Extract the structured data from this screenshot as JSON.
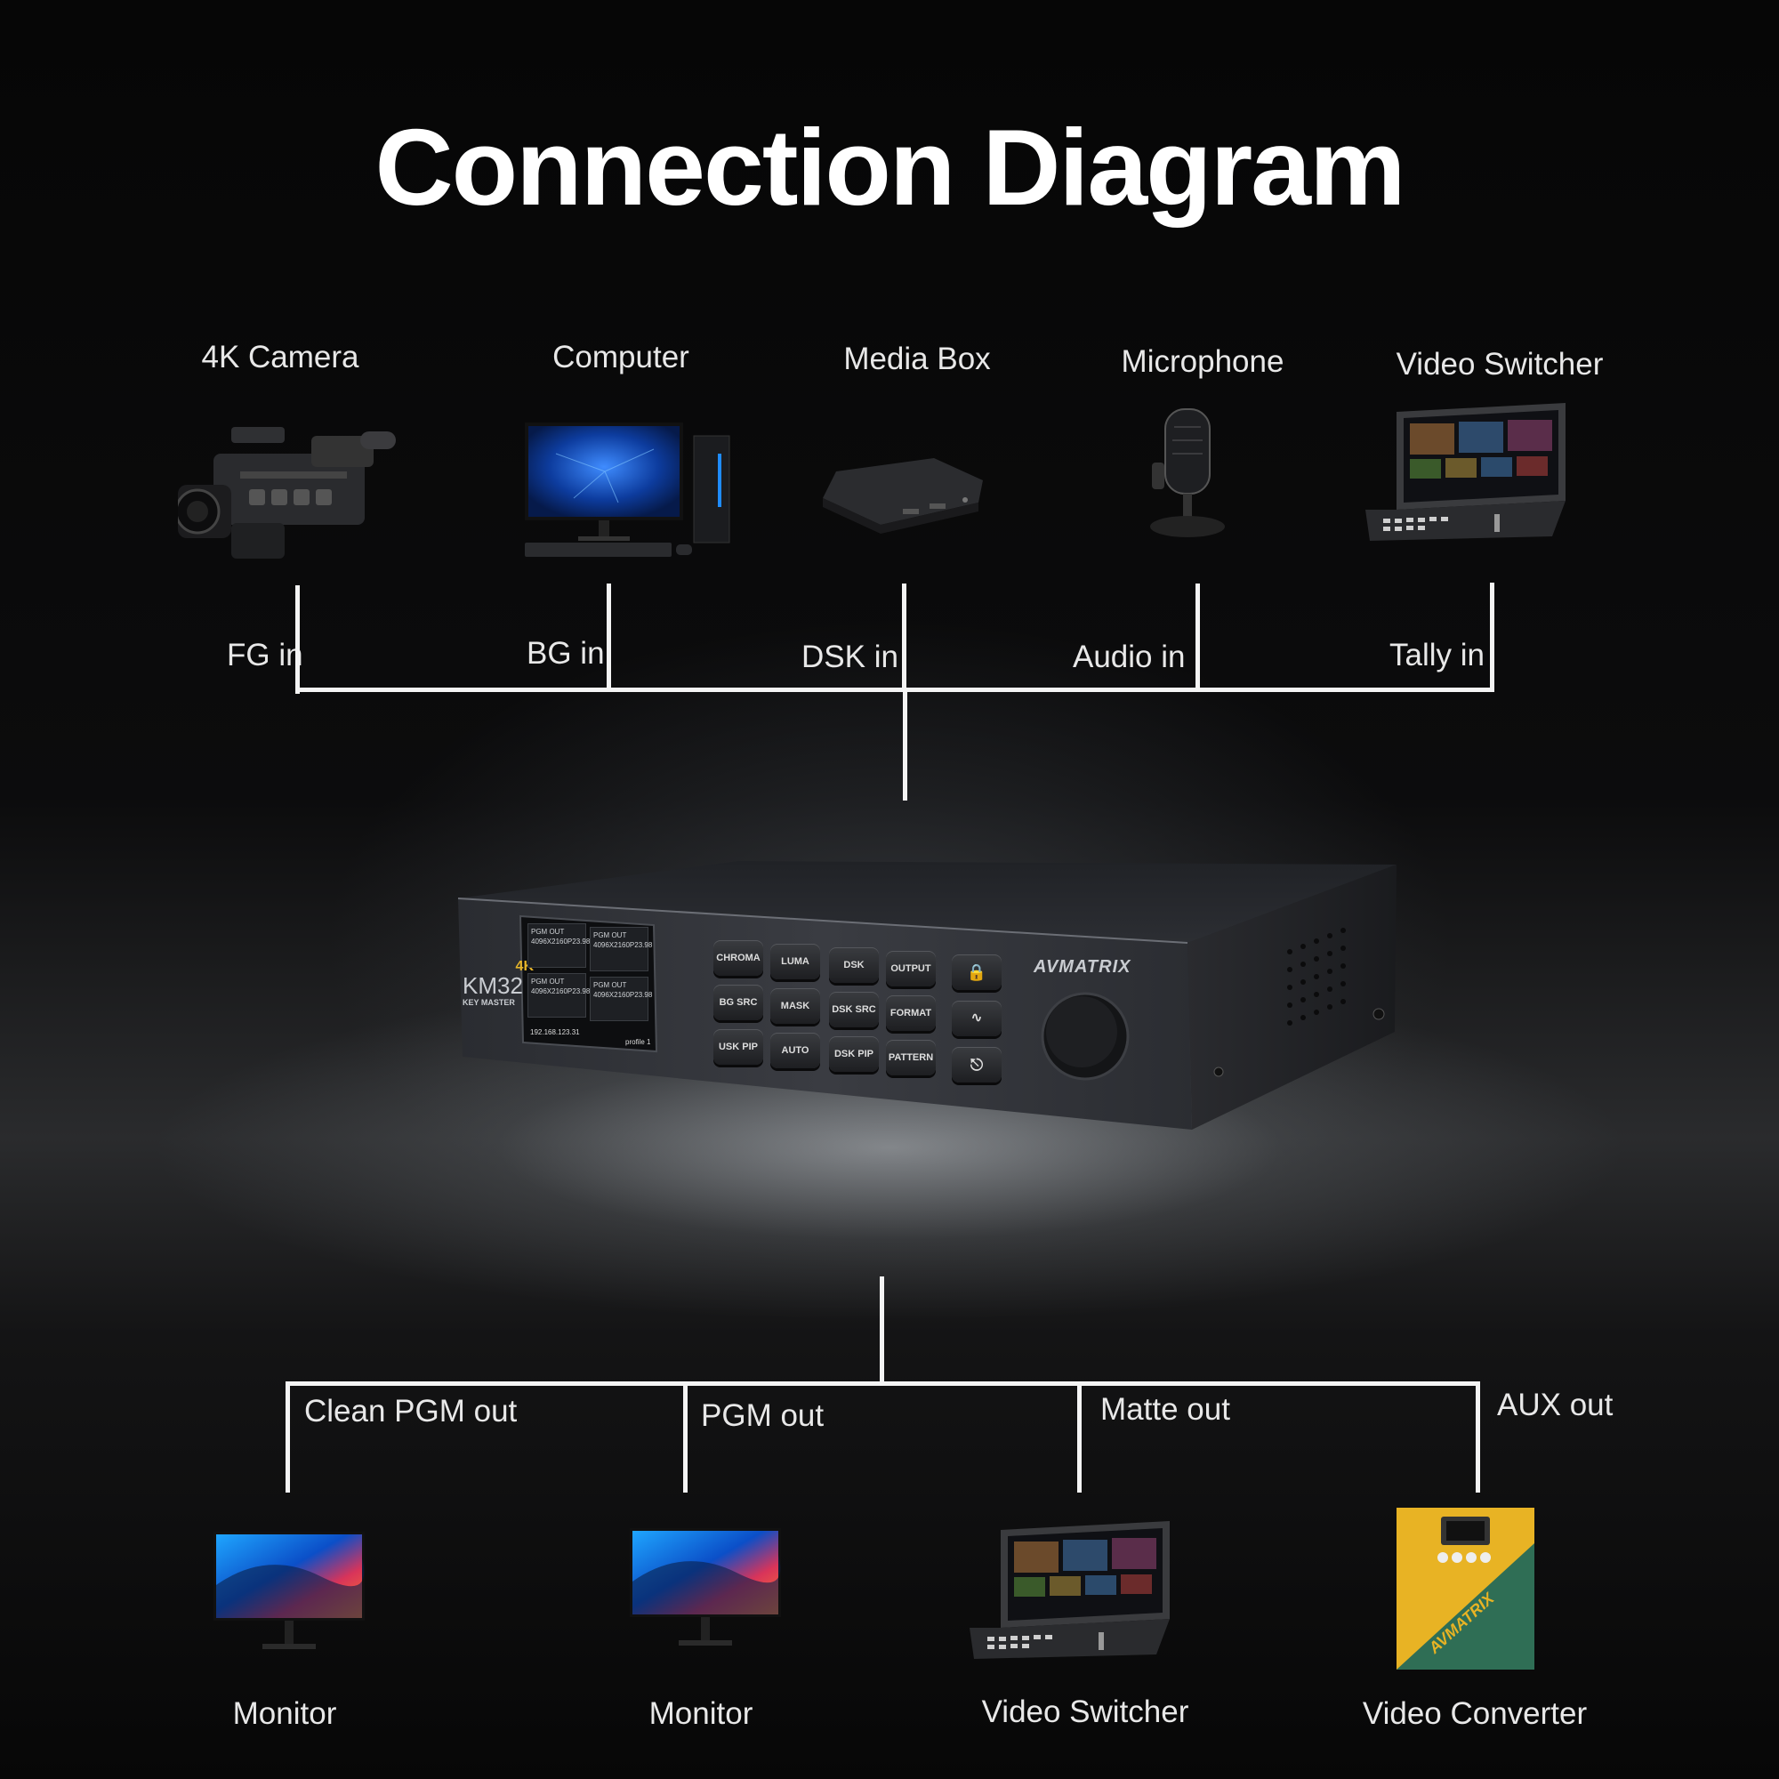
{
  "title": "Connection Diagram",
  "inputs": [
    {
      "device": "4K Camera",
      "port": "FG in",
      "icon": "camcorder-icon"
    },
    {
      "device": "Computer",
      "port": "BG in",
      "icon": "computer-icon"
    },
    {
      "device": "Media Box",
      "port": "DSK in",
      "icon": "media-box-icon"
    },
    {
      "device": "Microphone",
      "port": "Audio in",
      "icon": "microphone-icon"
    },
    {
      "device": "Video Switcher",
      "port": "Tally in",
      "icon": "video-switcher-icon"
    }
  ],
  "outputs": [
    {
      "device": "Monitor",
      "port": "Clean PGM out",
      "icon": "monitor-icon"
    },
    {
      "device": "Monitor",
      "port": "PGM out",
      "icon": "monitor-icon"
    },
    {
      "device": "Video Switcher",
      "port": "Matte out",
      "icon": "video-switcher-icon"
    },
    {
      "device": "Video Converter",
      "port": "AUX out",
      "icon": "video-converter-icon"
    }
  ],
  "center_device": {
    "brand": "AVMATRIX",
    "model_badge": "4K",
    "model": "KM32",
    "model_sub": "KEY MASTER",
    "screen_cells": [
      {
        "line1": "PGM OUT",
        "line2": "4096X2160P23.98"
      },
      {
        "line1": "PGM OUT",
        "line2": "4096X2160P23.98"
      },
      {
        "line1": "PGM OUT",
        "line2": "4096X2160P23.98"
      },
      {
        "line1": "PGM OUT",
        "line2": "4096X2160P23.98"
      }
    ],
    "screen_ip": "192.168.123.31",
    "screen_profile": "profile 1",
    "buttons": [
      "CHROMA",
      "LUMA",
      "DSK",
      "OUTPUT",
      "BG SRC",
      "MASK",
      "DSK SRC",
      "FORMAT",
      "USK PIP",
      "AUTO",
      "DSK PIP",
      "PATTERN"
    ]
  },
  "converter_brand": "AVMATRIX",
  "colors": {
    "line": "#f4f4f4",
    "background": "#000000",
    "converter_yellow": "#e8b324",
    "converter_green": "#2f6e55"
  }
}
